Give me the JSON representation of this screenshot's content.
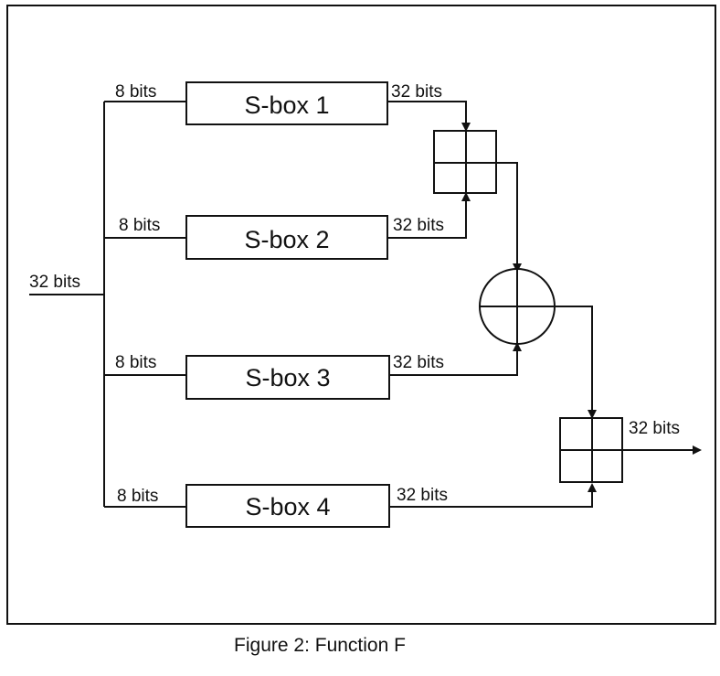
{
  "figure": {
    "caption": "Figure 2: Function F",
    "input_label": "32 bits",
    "output_label": "32 bits",
    "sboxes": [
      {
        "name": "S-box 1",
        "in_label": "8 bits",
        "out_label": "32 bits"
      },
      {
        "name": "S-box 2",
        "in_label": "8 bits",
        "out_label": "32 bits"
      },
      {
        "name": "S-box 3",
        "in_label": "8 bits",
        "out_label": "32 bits"
      },
      {
        "name": "S-box 4",
        "in_label": "8 bits",
        "out_label": "32 bits"
      }
    ],
    "operators": [
      {
        "name": "modular-addition",
        "symbol": "boxed-plus"
      },
      {
        "name": "xor",
        "symbol": "circled-plus"
      },
      {
        "name": "modular-addition",
        "symbol": "boxed-plus"
      }
    ]
  }
}
